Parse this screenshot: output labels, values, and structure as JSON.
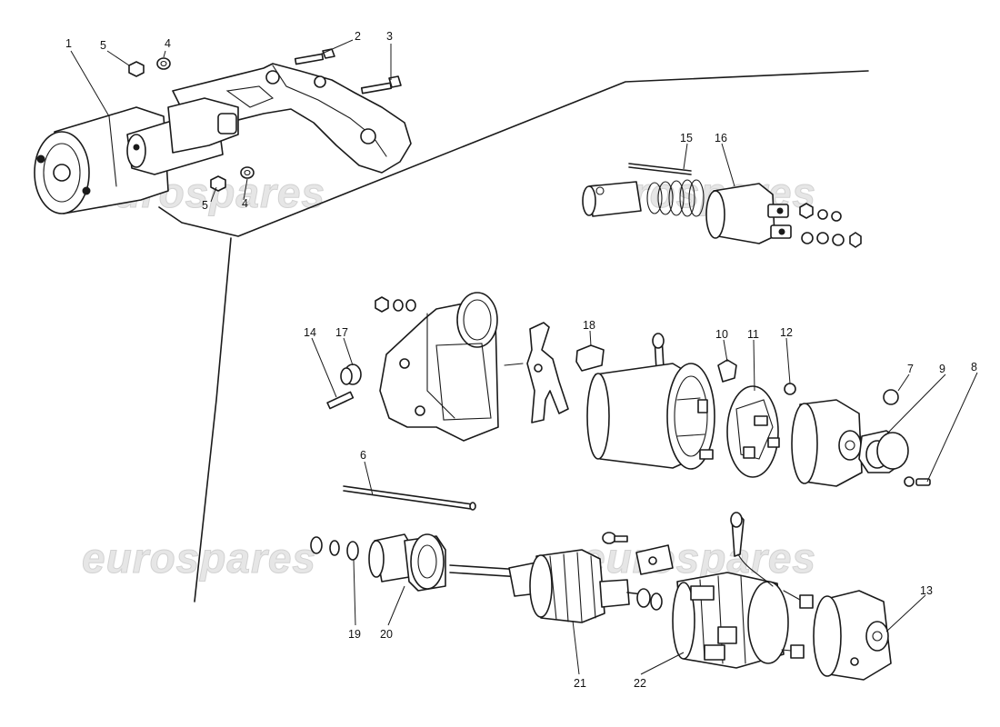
{
  "watermark": "eurospares",
  "callouts": [
    {
      "id": "1",
      "label": "1"
    },
    {
      "id": "2",
      "label": "2"
    },
    {
      "id": "3",
      "label": "3"
    },
    {
      "id": "4a",
      "label": "4"
    },
    {
      "id": "4b",
      "label": "4"
    },
    {
      "id": "5a",
      "label": "5"
    },
    {
      "id": "5b",
      "label": "5"
    },
    {
      "id": "6",
      "label": "6"
    },
    {
      "id": "7",
      "label": "7"
    },
    {
      "id": "8",
      "label": "8"
    },
    {
      "id": "9",
      "label": "9"
    },
    {
      "id": "10",
      "label": "10"
    },
    {
      "id": "11",
      "label": "11"
    },
    {
      "id": "12",
      "label": "12"
    },
    {
      "id": "13",
      "label": "13"
    },
    {
      "id": "14",
      "label": "14"
    },
    {
      "id": "15",
      "label": "15"
    },
    {
      "id": "16",
      "label": "16"
    },
    {
      "id": "17",
      "label": "17"
    },
    {
      "id": "18",
      "label": "18"
    },
    {
      "id": "19",
      "label": "19"
    },
    {
      "id": "20",
      "label": "20"
    },
    {
      "id": "21",
      "label": "21"
    },
    {
      "id": "22",
      "label": "22"
    }
  ]
}
